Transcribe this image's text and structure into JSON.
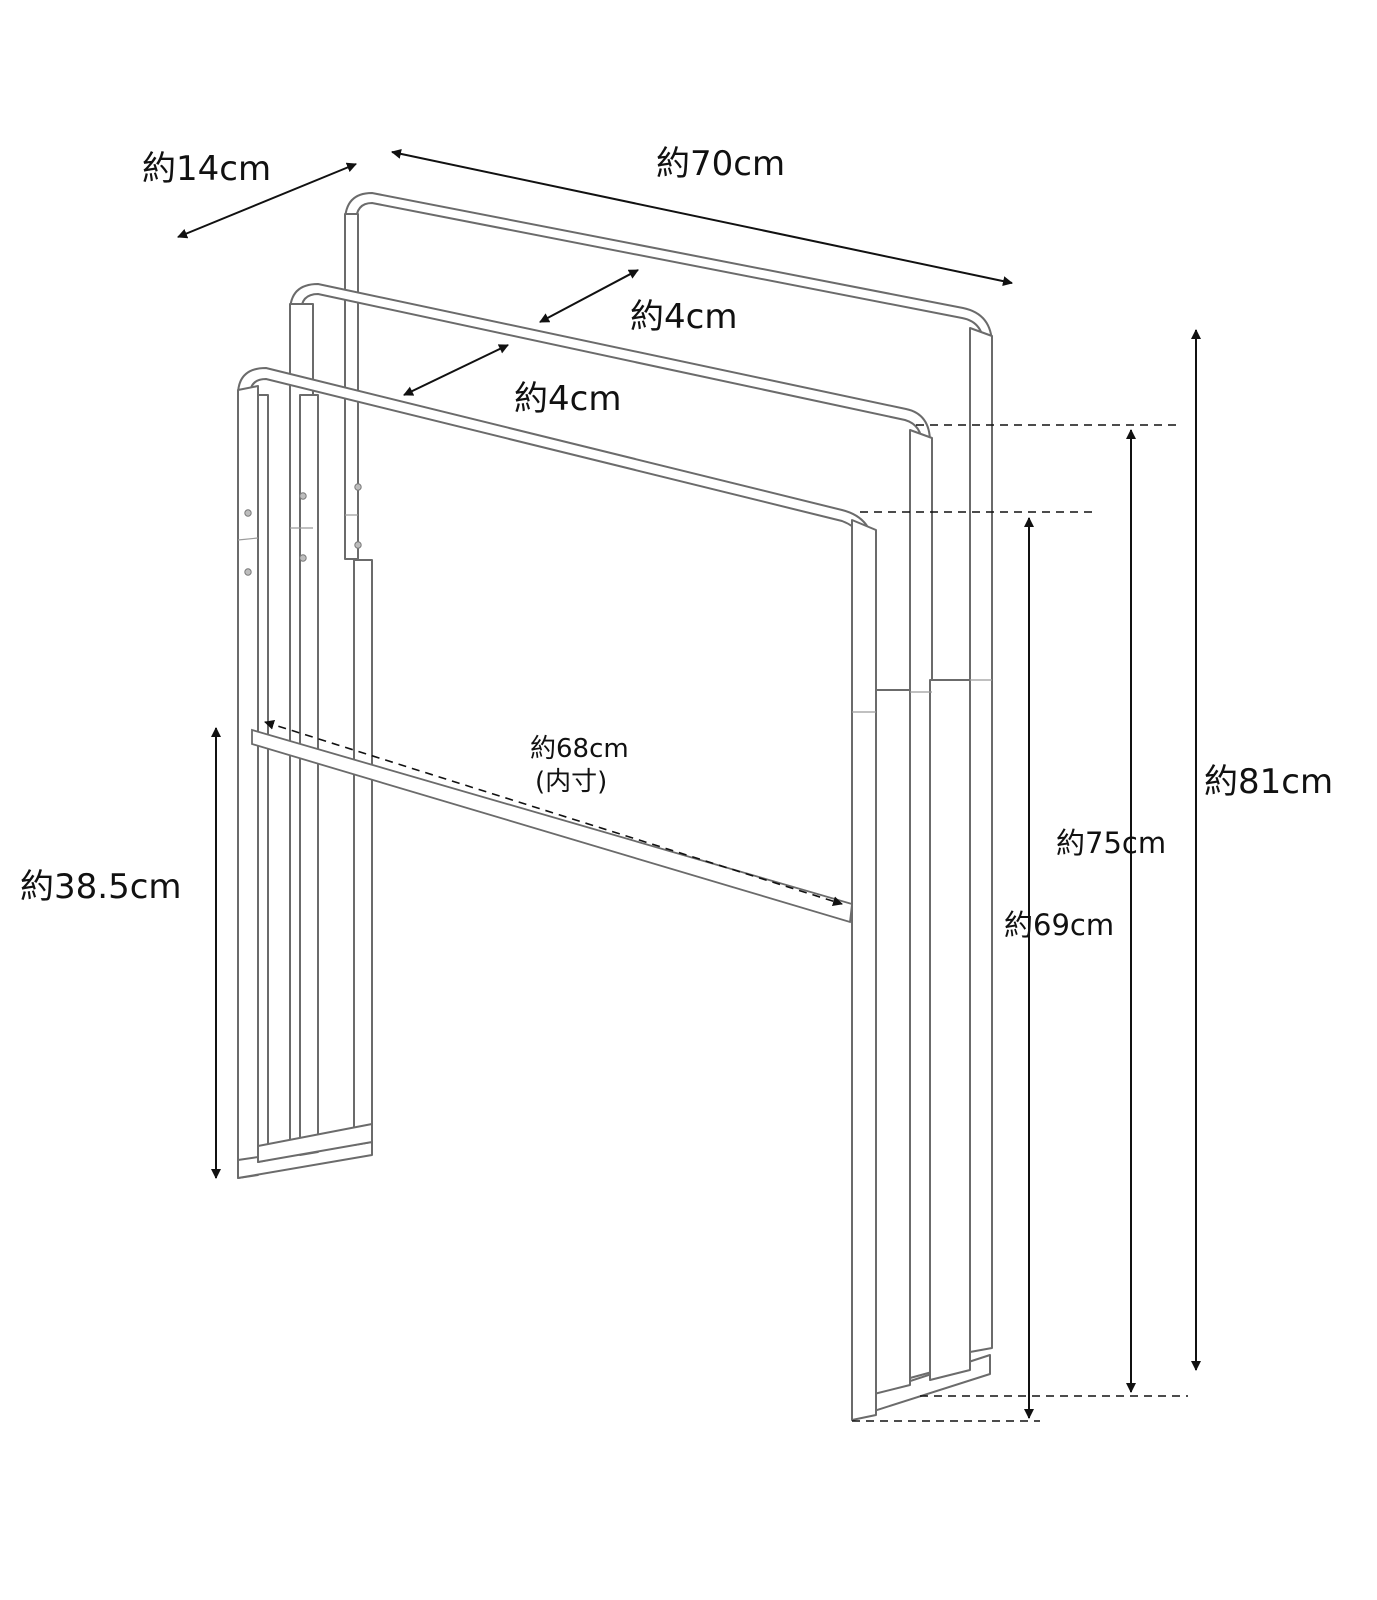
{
  "labels": {
    "depth": "約14cm",
    "width": "約70cm",
    "bar_gap_upper": "約4cm",
    "bar_gap_lower": "約4cm",
    "inner_width": "約68cm",
    "inner_note": "(内寸)",
    "lower_bar_height": "約38.5cm",
    "height_total": "約81cm",
    "height_middle": "約75cm",
    "height_front": "約69cm"
  },
  "colors": {
    "frame_fill": "#ffffff",
    "frame_outline": "#6b6b6b",
    "dimension_lines": "#111111",
    "background": "#ffffff"
  }
}
